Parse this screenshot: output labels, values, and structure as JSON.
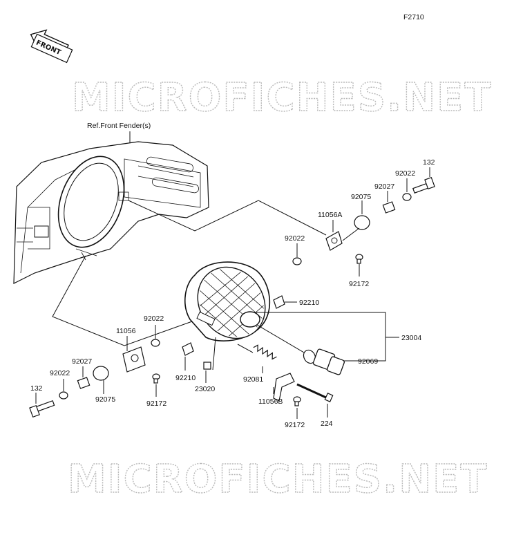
{
  "figure_code": "F2710",
  "front_arrow_text": "FRONT",
  "reference_note": "Ref.Front Fender(s)",
  "watermark": "MICROFICHES.NET",
  "parts": {
    "p132_top": "132",
    "p92022_top": "92022",
    "p92027_top": "92027",
    "p92075_top": "92075",
    "p11056A": "11056A",
    "p92022_mid": "92022",
    "p92172_top": "92172",
    "p92210_right": "92210",
    "p23004": "23004",
    "p92069": "92069",
    "p92022_left": "92022",
    "p11056": "11056",
    "p92027_left": "92027",
    "p92022_lower": "92022",
    "p132_left": "132",
    "p92075_left": "92075",
    "p92172_left": "92172",
    "p92210_left": "92210",
    "p23020": "23020",
    "p92081": "92081",
    "p11056B": "11056B",
    "p92172_bottom": "92172",
    "p224": "224"
  },
  "icons": [
    "front-arrow-icon",
    "fender-drawing",
    "headlight-assembly",
    "bulb-icon",
    "screw-icon",
    "washer-icon",
    "collar-icon",
    "grommet-icon",
    "bracket-icon",
    "spring-icon",
    "clip-icon",
    "nut-icon"
  ]
}
